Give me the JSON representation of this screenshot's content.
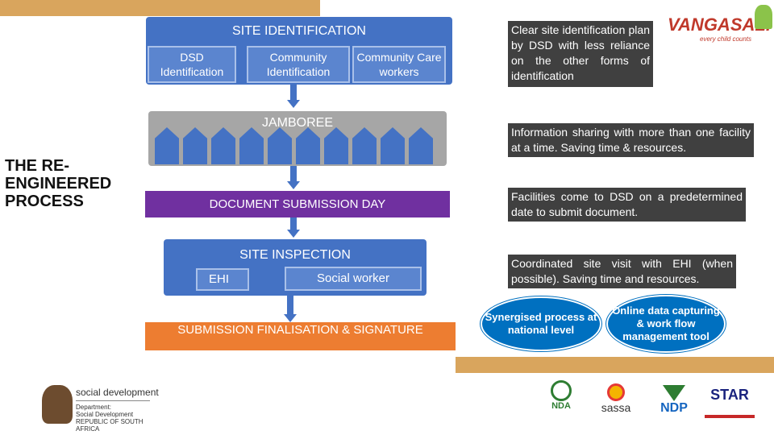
{
  "title": "THE RE-ENGINEERED PROCESS",
  "site_identification": {
    "label": "SITE IDENTIFICATION",
    "sub": [
      "DSD Identification",
      "Community Identification",
      "Community Care workers"
    ]
  },
  "jamboree": {
    "label": "JAMBOREE"
  },
  "document_day": {
    "label": "DOCUMENT SUBMISSION DAY"
  },
  "site_inspection": {
    "label": "SITE INSPECTION",
    "sub": [
      "EHI",
      "Social worker"
    ]
  },
  "finalisation": {
    "label": "SUBMISSION FINALISATION & SIGNATURE"
  },
  "notes": [
    "Clear site identification plan by DSD with less reliance on the other forms of identification",
    "Information sharing with more than one facility at a time. Saving time & resources.",
    "Facilities come to DSD on a predetermined date to submit document.",
    "Coordinated site visit with EHI (when possible). Saving time and resources."
  ],
  "ovals": [
    "Synergised process at national level",
    "Online data capturing & work flow management tool"
  ],
  "logos": {
    "vangasali": "VANGASALI",
    "vangasali_tag": "every child counts",
    "dsd_name": "social development",
    "dsd_sub1": "Department:",
    "dsd_sub2": "Social Development",
    "dsd_sub3": "REPUBLIC OF SOUTH AFRICA",
    "nda": "NDA",
    "sassa": "sassa",
    "ndp": "NDP",
    "star": "STAR"
  },
  "colors": {
    "blue": "#4472c4",
    "purple": "#7030a0",
    "orange": "#ed7d31",
    "gold": "#d9a55d",
    "note_bg": "#404040",
    "oval_blue": "#0070c0"
  }
}
